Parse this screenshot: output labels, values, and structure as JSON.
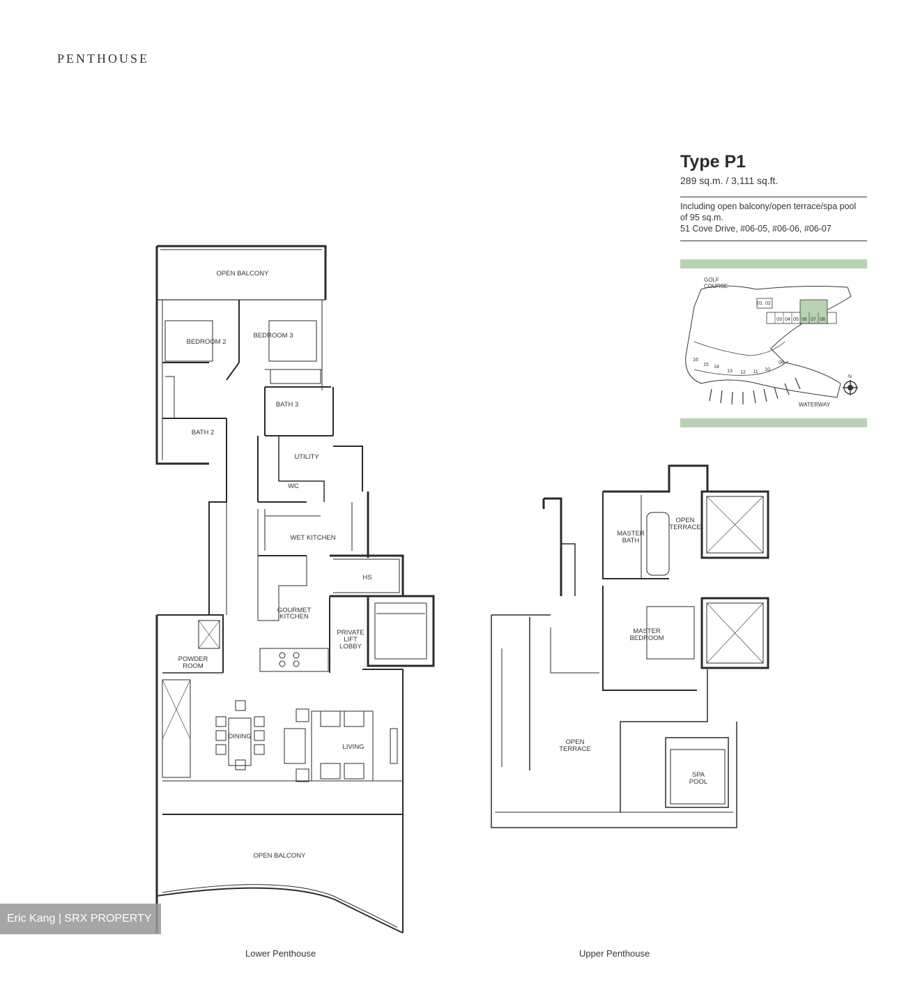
{
  "header": {
    "title": "PENTHOUSE"
  },
  "unit": {
    "type": "Type P1",
    "area": "289 sq.m. / 3,111 sq.ft.",
    "description_line1": "Including open balcony/open terrace/spa pool",
    "description_line2": "of 95 sq.m.",
    "address": "51 Cove Drive, #06-05, #06-06, #06-07"
  },
  "keyplan": {
    "golf_label_1": "GOLF",
    "golf_label_2": "COURSE",
    "waterway_label": "WATERWAY",
    "north_label": "N",
    "highlight_color": "#b9d2b3",
    "top_units": [
      "01",
      "02",
      "03",
      "04",
      "05",
      "06",
      "07",
      "08"
    ],
    "bottom_units": [
      "09",
      "10",
      "11",
      "12",
      "13",
      "14",
      "15",
      "16"
    ],
    "highlighted_units": [
      "05",
      "06",
      "07"
    ]
  },
  "lower": {
    "caption": "Lower Penthouse",
    "rooms": {
      "open_balcony_top": "OPEN BALCONY",
      "bedroom2": "BEDROOM 2",
      "bedroom3": "BEDROOM 3",
      "bath3": "BATH 3",
      "bath2": "BATH 2",
      "utility": "UTILITY",
      "wc": "WC",
      "wet_kitchen": "WET KITCHEN",
      "hs": "HS",
      "gourmet_1": "GOURMET",
      "gourmet_2": "KITCHEN",
      "private_1": "PRIVATE",
      "private_2": "LIFT",
      "private_3": "LOBBY",
      "powder_1": "POWDER",
      "powder_2": "ROOM",
      "dining": "DINING",
      "living": "LIVING",
      "open_balcony_bottom": "OPEN BALCONY"
    }
  },
  "upper": {
    "caption": "Upper Penthouse",
    "rooms": {
      "master_bath_1": "MASTER",
      "master_bath_2": "BATH",
      "open_terrace_small_1": "OPEN",
      "open_terrace_small_2": "TERRACE",
      "master_bed_1": "MASTER",
      "master_bed_2": "BEDROOM",
      "open_terrace_1": "OPEN",
      "open_terrace_2": "TERRACE",
      "spa_1": "SPA",
      "spa_2": "POOL"
    }
  },
  "watermark": "Eric Kang | SRX PROPERTY"
}
